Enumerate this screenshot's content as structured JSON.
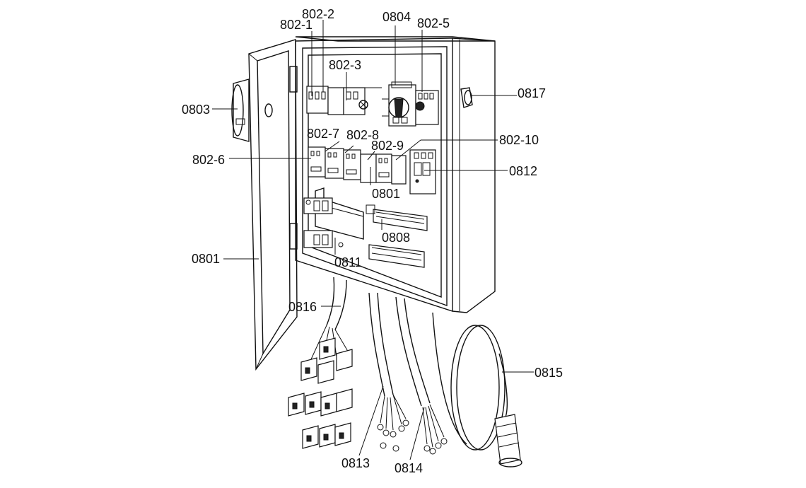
{
  "labels": {
    "l802_1": "802-1",
    "l802_2": "802-2",
    "l802_3": "802-3",
    "l0804": "0804",
    "l802_5": "802-5",
    "l0817": "0817",
    "l0803": "0803",
    "l802_7": "802-7",
    "l802_8": "802-8",
    "l802_9": "802-9",
    "l802_10": "802-10",
    "l802_6": "802-6",
    "l0812": "0812",
    "l0801_inner": "0801",
    "l0808": "0808",
    "l0811": "0811",
    "l0801_door": "0801",
    "l0816": "0816",
    "l0815": "0815",
    "l0813": "0813",
    "l0814": "0814"
  }
}
